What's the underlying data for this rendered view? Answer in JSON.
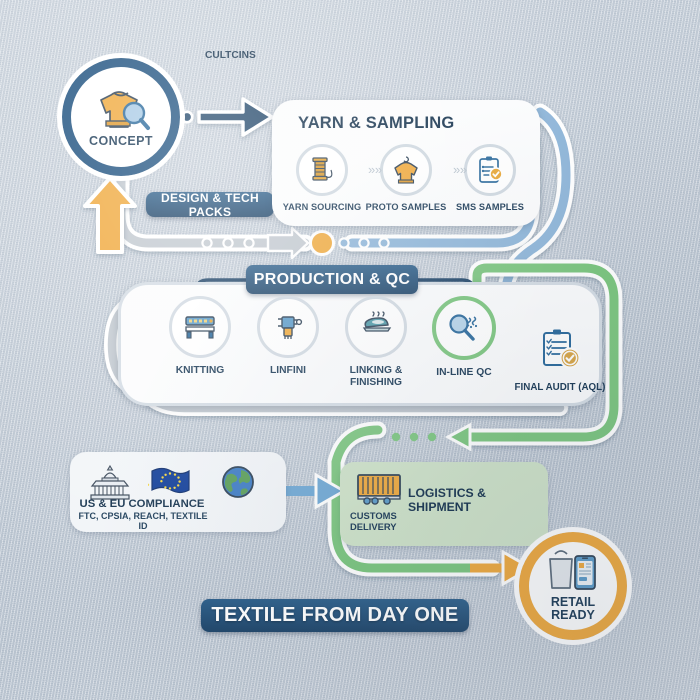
{
  "poster": {
    "title": "TEXTILE FROM DAY ONE",
    "background_color": "#c4cdd8"
  },
  "colors": {
    "navy": "#1f5280",
    "deep_navy": "#17344f",
    "orange": "#f0a93c",
    "green": "#7cc67f",
    "blue_path": "#8fb6d9",
    "gray_path": "#c2c9d0",
    "panel_white": "#fbfcfd",
    "logistics_green": "#cfe3c9",
    "compliance_gray": "#f2f5f8"
  },
  "concept": {
    "label": "CONCEPT",
    "icon": "sweater-magnifier-icon"
  },
  "design_ribbon": {
    "label": "DESIGN & TECH PACKS"
  },
  "yarn_sampling": {
    "title": "YARN & SAMPLING",
    "steps": [
      {
        "label": "YARN SOURCING",
        "icon": "yarn-spool-icon"
      },
      {
        "label": "PROTO SAMPLES",
        "icon": "sweater-hanger-icon"
      },
      {
        "label": "SMS SAMPLES",
        "icon": "clipboard-check-icon"
      }
    ],
    "connector": "chevron-right-icon"
  },
  "production_qc": {
    "title": "PRODUCTION & QC",
    "steps": [
      {
        "label": "KNITTING",
        "icon": "knitting-machine-icon",
        "highlight": false
      },
      {
        "label": "LINFINI",
        "icon": "linking-machine-icon",
        "highlight": false
      },
      {
        "label": "LINKING &\nFINISHING",
        "icon": "steam-iron-icon",
        "highlight": false
      },
      {
        "label": "IN-LINE QC",
        "icon": "magnifier-fabric-icon",
        "highlight": true
      }
    ],
    "final_audit": {
      "label": "FINAL AUDIT (AQL)",
      "icon": "clipboard-checklist-seal-icon"
    }
  },
  "compliance": {
    "title": "US & EU COMPLIANCE",
    "subtitle": "FTC, CPSIA, REACH, TEXTILE ID",
    "globe_label": "CULTCINS",
    "icons": [
      "us-capitol-icon",
      "eu-flag-icon",
      "globe-icon"
    ]
  },
  "logistics": {
    "title": "LOGISTICS & SHIPMENT",
    "subtitle": "CUSTOMS\nDELIVERY",
    "icon": "freight-container-icon"
  },
  "retail": {
    "label": "RETAIL\nREADY",
    "icon": "shopping-bag-phone-icon"
  }
}
